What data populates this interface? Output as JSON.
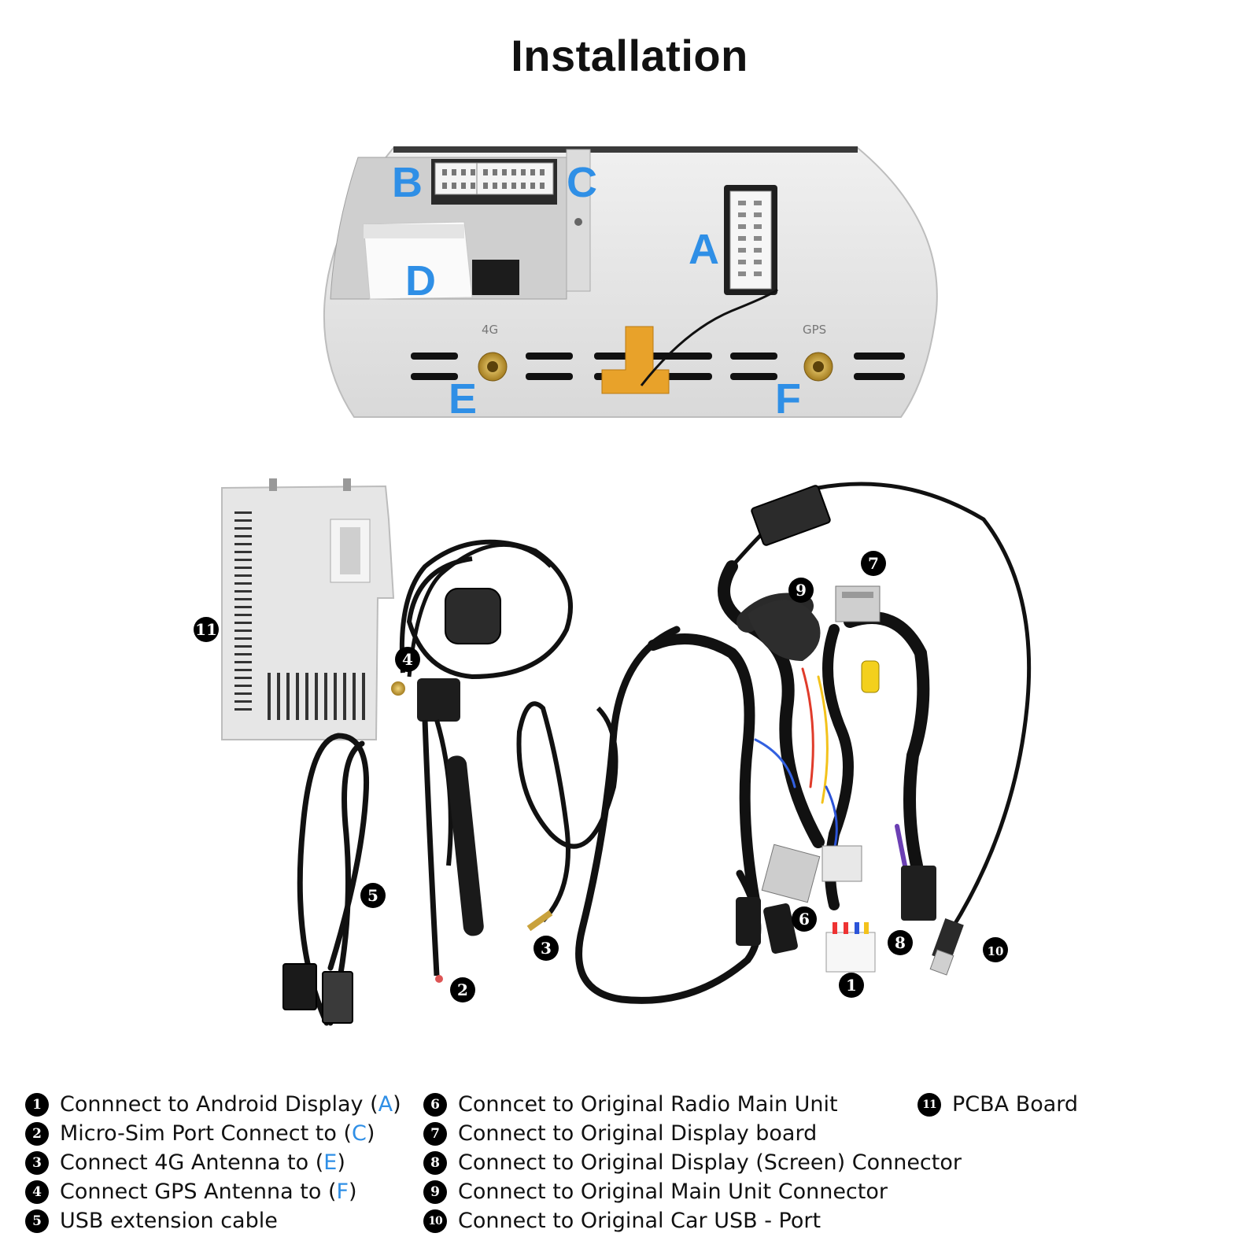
{
  "title": "Installation",
  "ports": {
    "A": "A",
    "B": "B",
    "C": "C",
    "D": "D",
    "E": "E",
    "F": "F",
    "label_4g": "4G",
    "label_gps": "GPS"
  },
  "callouts": [
    "1",
    "2",
    "3",
    "4",
    "5",
    "6",
    "7",
    "8",
    "9",
    "10",
    "11"
  ],
  "legend": {
    "col1": [
      {
        "num": "1",
        "text": "Connnect to Android Display (",
        "ref": "A",
        "end": ")"
      },
      {
        "num": "2",
        "text": "Micro-Sim Port Connect to (",
        "ref": "C",
        "end": ")"
      },
      {
        "num": "3",
        "text": "Connect 4G Antenna to (",
        "ref": "E",
        "end": ")"
      },
      {
        "num": "4",
        "text": "Connect GPS Antenna to (",
        "ref": "F",
        "end": ")"
      },
      {
        "num": "5",
        "text": "USB extension cable",
        "ref": "",
        "end": ""
      }
    ],
    "col2": [
      {
        "num": "6",
        "text": "Conncet to Original Radio Main Unit"
      },
      {
        "num": "7",
        "text": "Connect to Original Display board"
      },
      {
        "num": "8",
        "text": "Connect to Original Display (Screen) Connector"
      },
      {
        "num": "9",
        "text": "Connect to Original Main Unit Connector"
      },
      {
        "num": "10",
        "text": "Connect to Original Car USB - Port"
      }
    ],
    "col3": [
      {
        "num": "11",
        "text": "PCBA Board"
      }
    ]
  },
  "colors": {
    "accent_blue": "#2f8fe6",
    "cable_black": "#111111",
    "panel_gray": "#e3e3e3",
    "connector_white": "#f2f2f2",
    "gold": "#c9a23c",
    "orange_tape": "#e8a22a"
  }
}
